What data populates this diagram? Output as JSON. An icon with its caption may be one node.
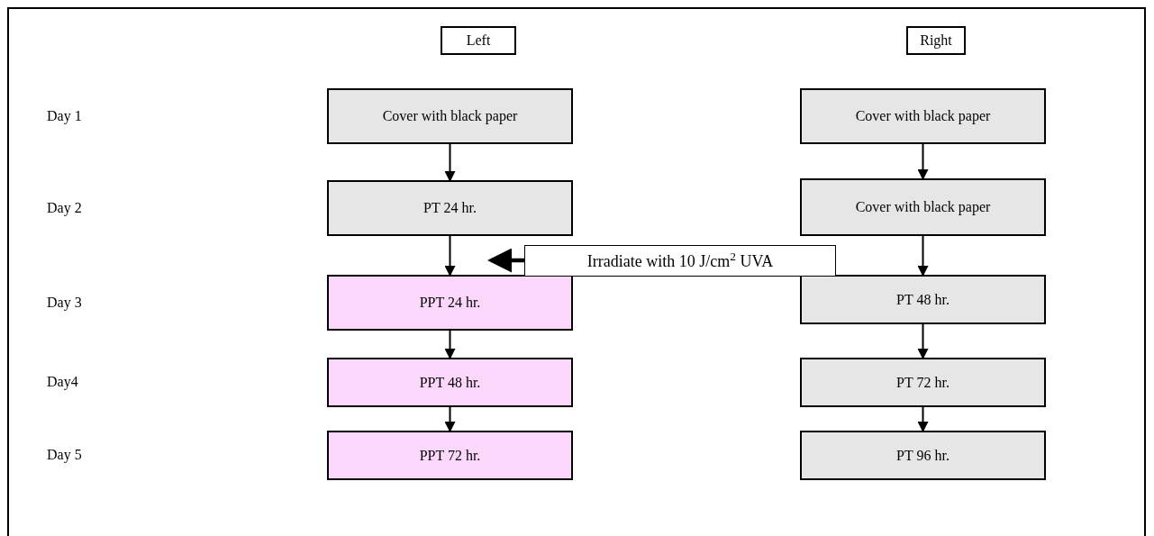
{
  "diagram": {
    "nodes": [
      {
        "text": [
          "Left"
        ]
      },
      {
        "text": [
          "Right"
        ]
      },
      {
        "text": [
          "Cover with black paper"
        ]
      },
      {
        "text": [
          "PT 24 hr."
        ]
      },
      {
        "text": [
          "PPT 24 hr."
        ]
      },
      {
        "text": [
          "PPT 48 hr."
        ]
      },
      {
        "text": [
          "PPT 72 hr."
        ]
      },
      {
        "text": [
          "Cover with black paper"
        ]
      },
      {
        "text": [
          "Cover with black paper"
        ]
      },
      {
        "text": [
          "PT 48 hr."
        ]
      },
      {
        "text": [
          "PT 72 hr."
        ]
      },
      {
        "text": [
          "PT 96 hr."
        ]
      },
      {
        "text": [
          "Irradiate with 10 J/cm$^{2}$ UVA"
        ]
      }
    ],
    "edges": [
      {
        "from": 2,
        "to": 3,
        "arrow": "to"
      },
      {
        "from": 3,
        "to": 4,
        "arrow": "to"
      },
      {
        "from": 4,
        "to": 5,
        "arrow": "to"
      },
      {
        "from": 5,
        "to": 6,
        "arrow": "to"
      },
      {
        "from": 7,
        "to": 8,
        "arrow": "to"
      },
      {
        "from": 8,
        "to": 9,
        "arrow": "to"
      },
      {
        "from": 9,
        "to": 10,
        "arrow": "to"
      },
      {
        "from": 10,
        "to": 11,
        "arrow": "to"
      },
      {
        "from": 12,
        "to": 4,
        "arrow": "to",
        "style": "thick"
      }
    ],
    "labels": [
      "Day 1",
      "Day 2",
      "Day 3",
      "Day4",
      "Day 5"
    ]
  }
}
